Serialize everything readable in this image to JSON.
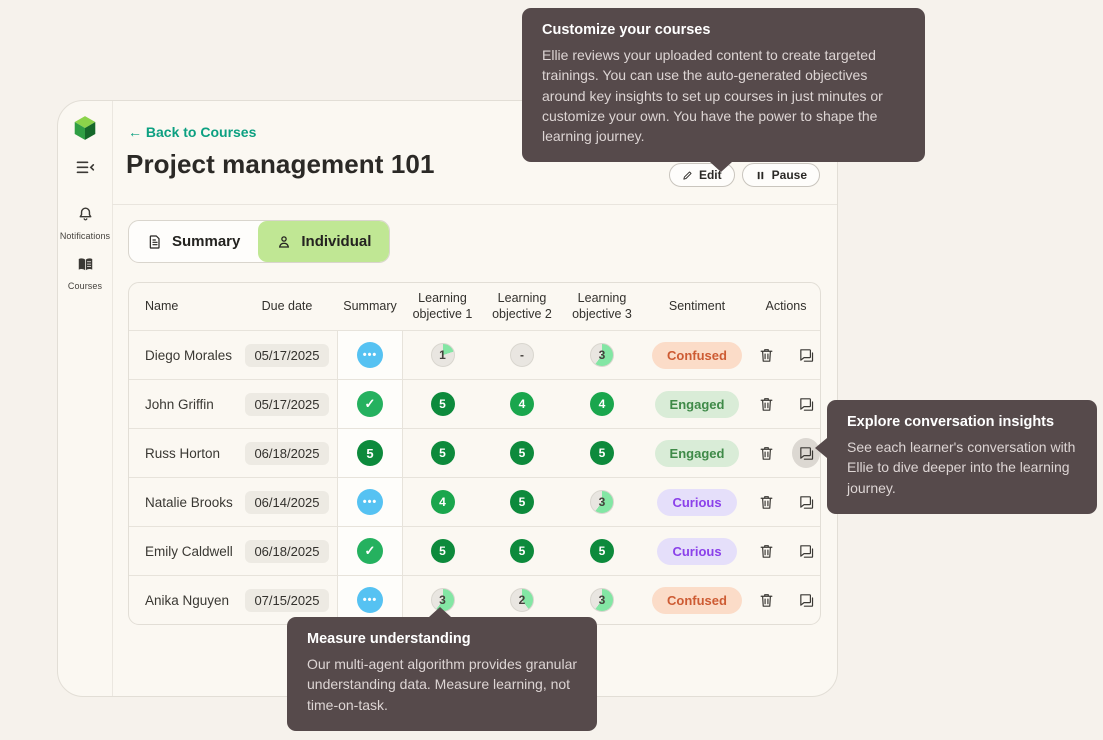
{
  "colors": {
    "page_bg": "#f6f2ec",
    "panel_bg": "#fbf8f2",
    "accent_teal": "#0ca081",
    "tab_active_green": "#c0e794",
    "tooltip_bg": "#564a4b",
    "summary_blue": "#56c2f2",
    "summary_check_green": "#25b15f",
    "score_5_green": "#0d8a3c",
    "score_4_green": "#1aa64d",
    "pie_fill_green": "#83e6a4",
    "pie_track_gray": "#e9e6e1",
    "confused_bg": "#fbdcc8",
    "confused_text": "#cd5b33",
    "engaged_bg": "#d9ecd7",
    "engaged_text": "#3f8a48",
    "curious_bg": "#e5dffa",
    "curious_text": "#8b41ea"
  },
  "sidebar": {
    "items": [
      {
        "icon": "bell-icon",
        "label": "Notifications",
        "active": false
      },
      {
        "icon": "book-icon",
        "label": "Courses",
        "active": true
      }
    ]
  },
  "header": {
    "back_arrow": "←",
    "back_label": "Back to Courses",
    "title": "Project management 101",
    "edit_label": "Edit",
    "pause_label": "Pause"
  },
  "tabs": [
    {
      "label": "Summary",
      "icon": "document-icon",
      "active": false
    },
    {
      "label": "Individual",
      "icon": "person-icon",
      "active": true
    }
  ],
  "table": {
    "columns": [
      "Name",
      "Due date",
      "Summary",
      "Learning objective 1",
      "Learning objective 2",
      "Learning objective 3",
      "Sentiment",
      "Actions"
    ],
    "rows": [
      {
        "name": "Diego Morales",
        "due_date": "05/17/2025",
        "summary": {
          "type": "ellipsis"
        },
        "objectives": [
          {
            "kind": "pie",
            "value": "1"
          },
          {
            "kind": "none",
            "value": "-"
          },
          {
            "kind": "pie",
            "value": "3"
          }
        ],
        "sentiment": {
          "label": "Confused",
          "kind": "confused"
        },
        "chat_highlight": false
      },
      {
        "name": "John Griffin",
        "due_date": "05/17/2025",
        "summary": {
          "type": "check"
        },
        "objectives": [
          {
            "kind": "solid",
            "value": "5"
          },
          {
            "kind": "solid",
            "value": "4"
          },
          {
            "kind": "solid",
            "value": "4"
          }
        ],
        "sentiment": {
          "label": "Engaged",
          "kind": "engaged"
        },
        "chat_highlight": false
      },
      {
        "name": "Russ Horton",
        "due_date": "06/18/2025",
        "summary": {
          "type": "score",
          "value": "5"
        },
        "objectives": [
          {
            "kind": "solid",
            "value": "5"
          },
          {
            "kind": "solid",
            "value": "5"
          },
          {
            "kind": "solid",
            "value": "5"
          }
        ],
        "sentiment": {
          "label": "Engaged",
          "kind": "engaged"
        },
        "chat_highlight": true
      },
      {
        "name": "Natalie Brooks",
        "due_date": "06/14/2025",
        "summary": {
          "type": "ellipsis"
        },
        "objectives": [
          {
            "kind": "solid",
            "value": "4"
          },
          {
            "kind": "solid",
            "value": "5"
          },
          {
            "kind": "pie",
            "value": "3"
          }
        ],
        "sentiment": {
          "label": "Curious",
          "kind": "curious"
        },
        "chat_highlight": false
      },
      {
        "name": "Emily Caldwell",
        "due_date": "06/18/2025",
        "summary": {
          "type": "check"
        },
        "objectives": [
          {
            "kind": "solid",
            "value": "5"
          },
          {
            "kind": "solid",
            "value": "5"
          },
          {
            "kind": "solid",
            "value": "5"
          }
        ],
        "sentiment": {
          "label": "Curious",
          "kind": "curious"
        },
        "chat_highlight": false
      },
      {
        "name": "Anika Nguyen",
        "due_date": "07/15/2025",
        "summary": {
          "type": "ellipsis"
        },
        "objectives": [
          {
            "kind": "pie",
            "value": "3"
          },
          {
            "kind": "pie",
            "value": "2"
          },
          {
            "kind": "pie",
            "value": "3"
          }
        ],
        "sentiment": {
          "label": "Confused",
          "kind": "confused"
        },
        "chat_highlight": false
      }
    ]
  },
  "tooltips": {
    "customize": {
      "title": "Customize your courses",
      "body": "Ellie reviews your uploaded content to create targeted trainings. You can use the auto-generated objectives around key insights to set up courses in just minutes or customize your own. You have the power to shape the learning journey."
    },
    "insights": {
      "title": "Explore conversation insights",
      "body": "See each learner's conversation with Ellie to dive deeper into the learning journey."
    },
    "measure": {
      "title": "Measure understanding",
      "body": "Our multi-agent algorithm provides granular understanding data. Measure learning, not time-on-task."
    }
  },
  "icons": {
    "ellipsis_glyph": "•••",
    "check_glyph": "✓"
  }
}
